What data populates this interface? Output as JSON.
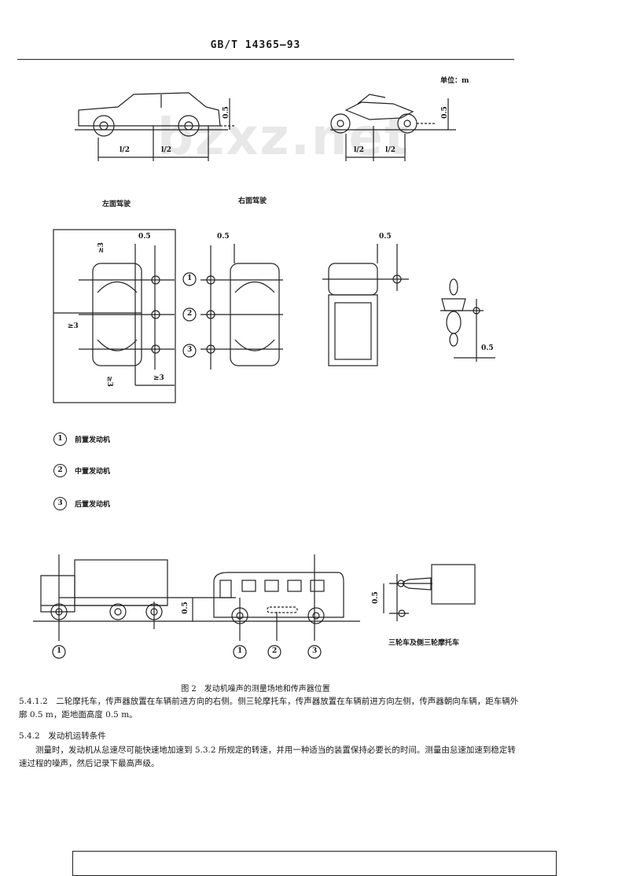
{
  "header": {
    "standard_number": "GB/T 14365—93"
  },
  "watermark": "bzxz.net",
  "top_figure": {
    "unit_label": "单位：m",
    "dim_half": "l/2",
    "dim_height": "0.5",
    "left_caption": "左面驾驶",
    "right_caption": "右面驾驶"
  },
  "plan_figure": {
    "dim_05": "0.5",
    "dim_ge3": "≥3",
    "positions": [
      "1",
      "2",
      "3"
    ]
  },
  "legend": [
    {
      "num": "1",
      "text": "前置发动机"
    },
    {
      "num": "2",
      "text": "中置发动机"
    },
    {
      "num": "3",
      "text": "后置发动机"
    }
  ],
  "bottom_figure": {
    "dim_height": "0.5",
    "markers": [
      "1",
      "1",
      "2",
      "3"
    ],
    "tricycle_caption": "三轮车及侧三轮摩托车"
  },
  "figure_caption": "图 2　发动机噪声的测量场地和传声器位置",
  "section_5_4_1_2": {
    "number": "5.4.1.2",
    "text": "二轮摩托车，传声器放置在车辆前进方向的右侧。侧三轮摩托车，传声器放置在车辆前进方向左侧，传声器朝向车辆，距车辆外廓 0.5 m，距地面高度 0.5 m。"
  },
  "section_5_4_2": {
    "number": "5.4.2",
    "title": "发动机运转条件",
    "text": "测量时，发动机从怠速尽可能快速地加速到 5.3.2 所规定的转速，并用一种适当的装置保持必要长的时间。测量由怠速加速到稳定转速过程的噪声，然后记录下最高声级。"
  }
}
